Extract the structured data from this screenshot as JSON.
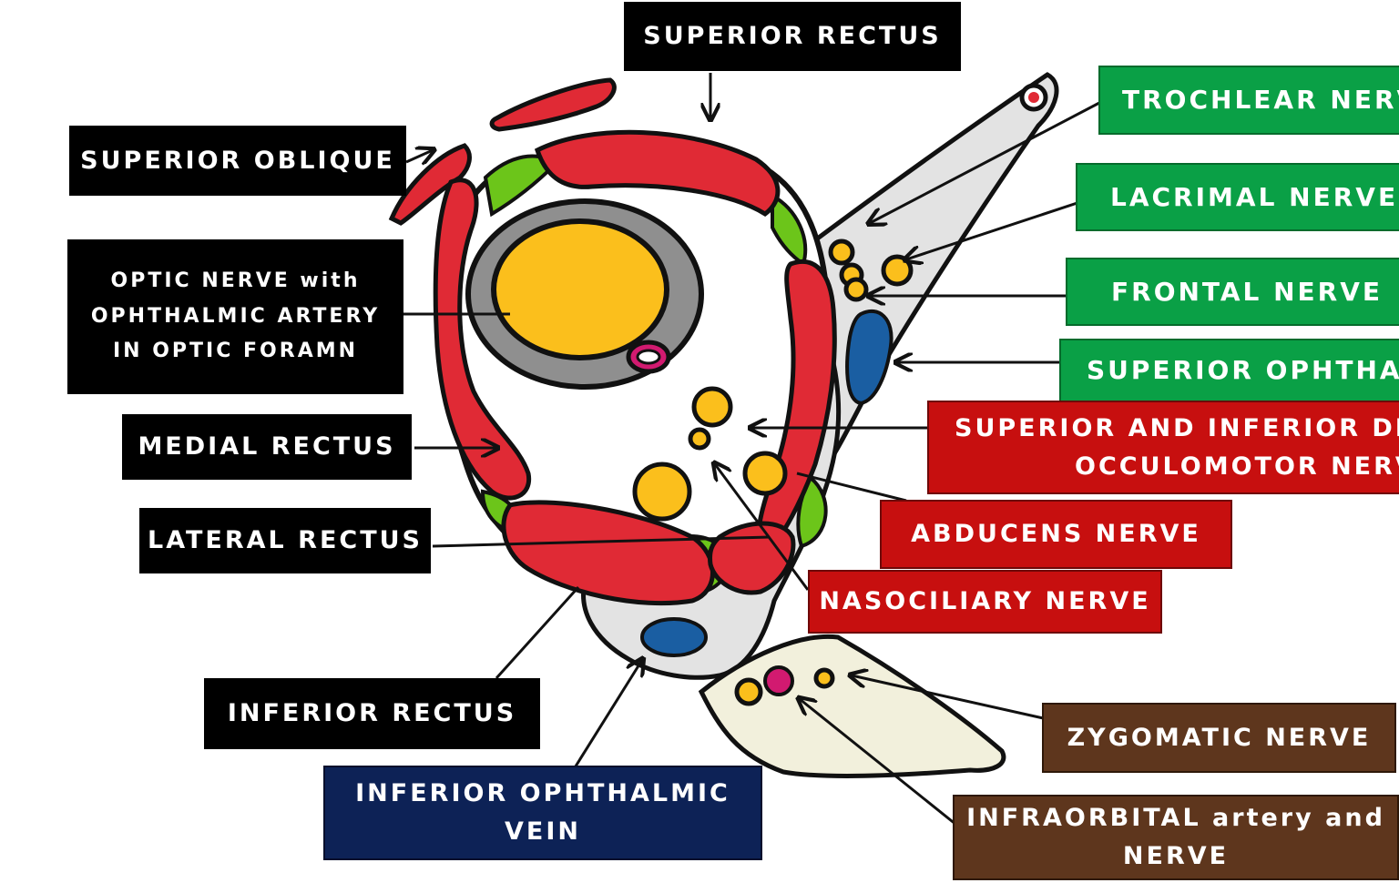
{
  "colors": {
    "black_label": "#000000",
    "green_label": "#0aa046",
    "red_label": "#c70f0f",
    "navy_label": "#0d2256",
    "brown_label": "#5e361d",
    "muscle_red": "#e02a35",
    "fat_green": "#6cc51a",
    "nerve_yellow": "#fbbf1c",
    "vein_blue": "#1a5ea2",
    "artery_magenta": "#d21a70",
    "dura_grey": "#8f8f8f",
    "fissure_grey": "#e3e3e3"
  },
  "labels": {
    "superior_rectus": "SUPERIOR RECTUS",
    "superior_oblique": "SUPERIOR OBLIQUE",
    "optic_nerve": [
      "OPTIC NERVE with",
      "OPHTHALMIC ARTERY",
      "IN OPTIC FORAMN"
    ],
    "medial_rectus": "MEDIAL RECTUS",
    "lateral_rectus": "LATERAL RECTUS",
    "inferior_rectus": "INFERIOR RECTUS",
    "inferior_ophthalmic_vein": [
      "INFERIOR OPHTHALMIC",
      "VEIN"
    ],
    "trochlear_nerve": "TROCHLEAR NERVE",
    "lacrimal_nerve": "LACRIMAL NERVE",
    "frontal_nerve": "FRONTAL NERVE",
    "superior_ophthalmic_vein": "SUPERIOR OPHTHALM",
    "oculomotor_divisions": [
      "SUPERIOR AND INFERIOR DIVI",
      "OCCULOMOTOR NERVE"
    ],
    "abducens_nerve": "ABDUCENS NERVE",
    "nasociliary_nerve": "NASOCILIARY NERVE",
    "zygomatic_nerve": "ZYGOMATIC NERVE",
    "infraorbital": [
      "INFRAORBITAL artery and",
      "NERVE"
    ]
  }
}
